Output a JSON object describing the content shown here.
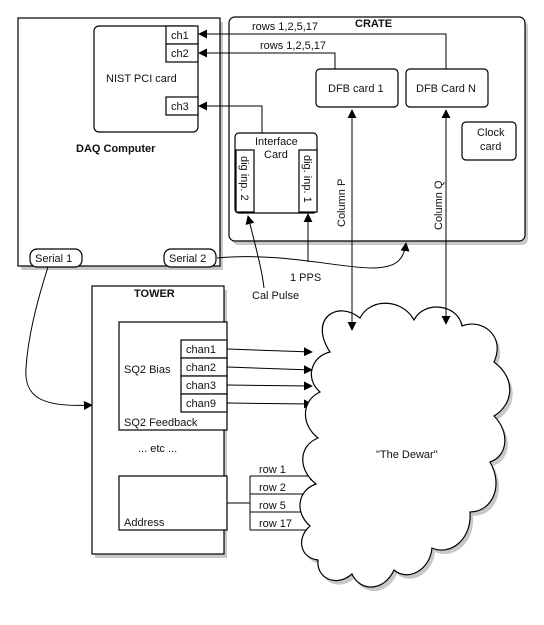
{
  "colors": {
    "title_red": "#e0141e",
    "line": "#000000",
    "shadow": "#9a9a9a"
  },
  "daq": {
    "title": "DAQ Computer",
    "pci_card": "NIST PCI card",
    "ch1": "ch1",
    "ch2": "ch2",
    "ch3": "ch3",
    "serial1": "Serial 1",
    "serial2": "Serial 2"
  },
  "crate": {
    "title": "CRATE",
    "dfb1": "DFB card 1",
    "dfbn": "DFB Card N",
    "clock_line1": "Clock",
    "clock_line2": "card",
    "interface_line1": "Interface",
    "interface_line2": "Card",
    "dig_inp2": "dig inp. 2",
    "dig_inp1": "dig. inp. 1",
    "column_p": "Column P",
    "column_q": "Column Q",
    "rows_label_1": "rows 1,2,5,17",
    "rows_label_2": "rows 1,2,5,17"
  },
  "signals": {
    "pps": "1 PPS",
    "cal_pulse": "Cal Pulse"
  },
  "tower": {
    "title": "TOWER",
    "sq2_bias": "SQ2 Bias",
    "sq2_feedback": "SQ2 Feedback",
    "etc": "... etc ...",
    "address": "Address",
    "chans": [
      "chan1",
      "chan2",
      "chan3",
      "chan9"
    ],
    "rows": [
      "row 1",
      "row 2",
      "row 5",
      "row 17"
    ]
  },
  "dewar": {
    "label": "\"The Dewar\""
  }
}
